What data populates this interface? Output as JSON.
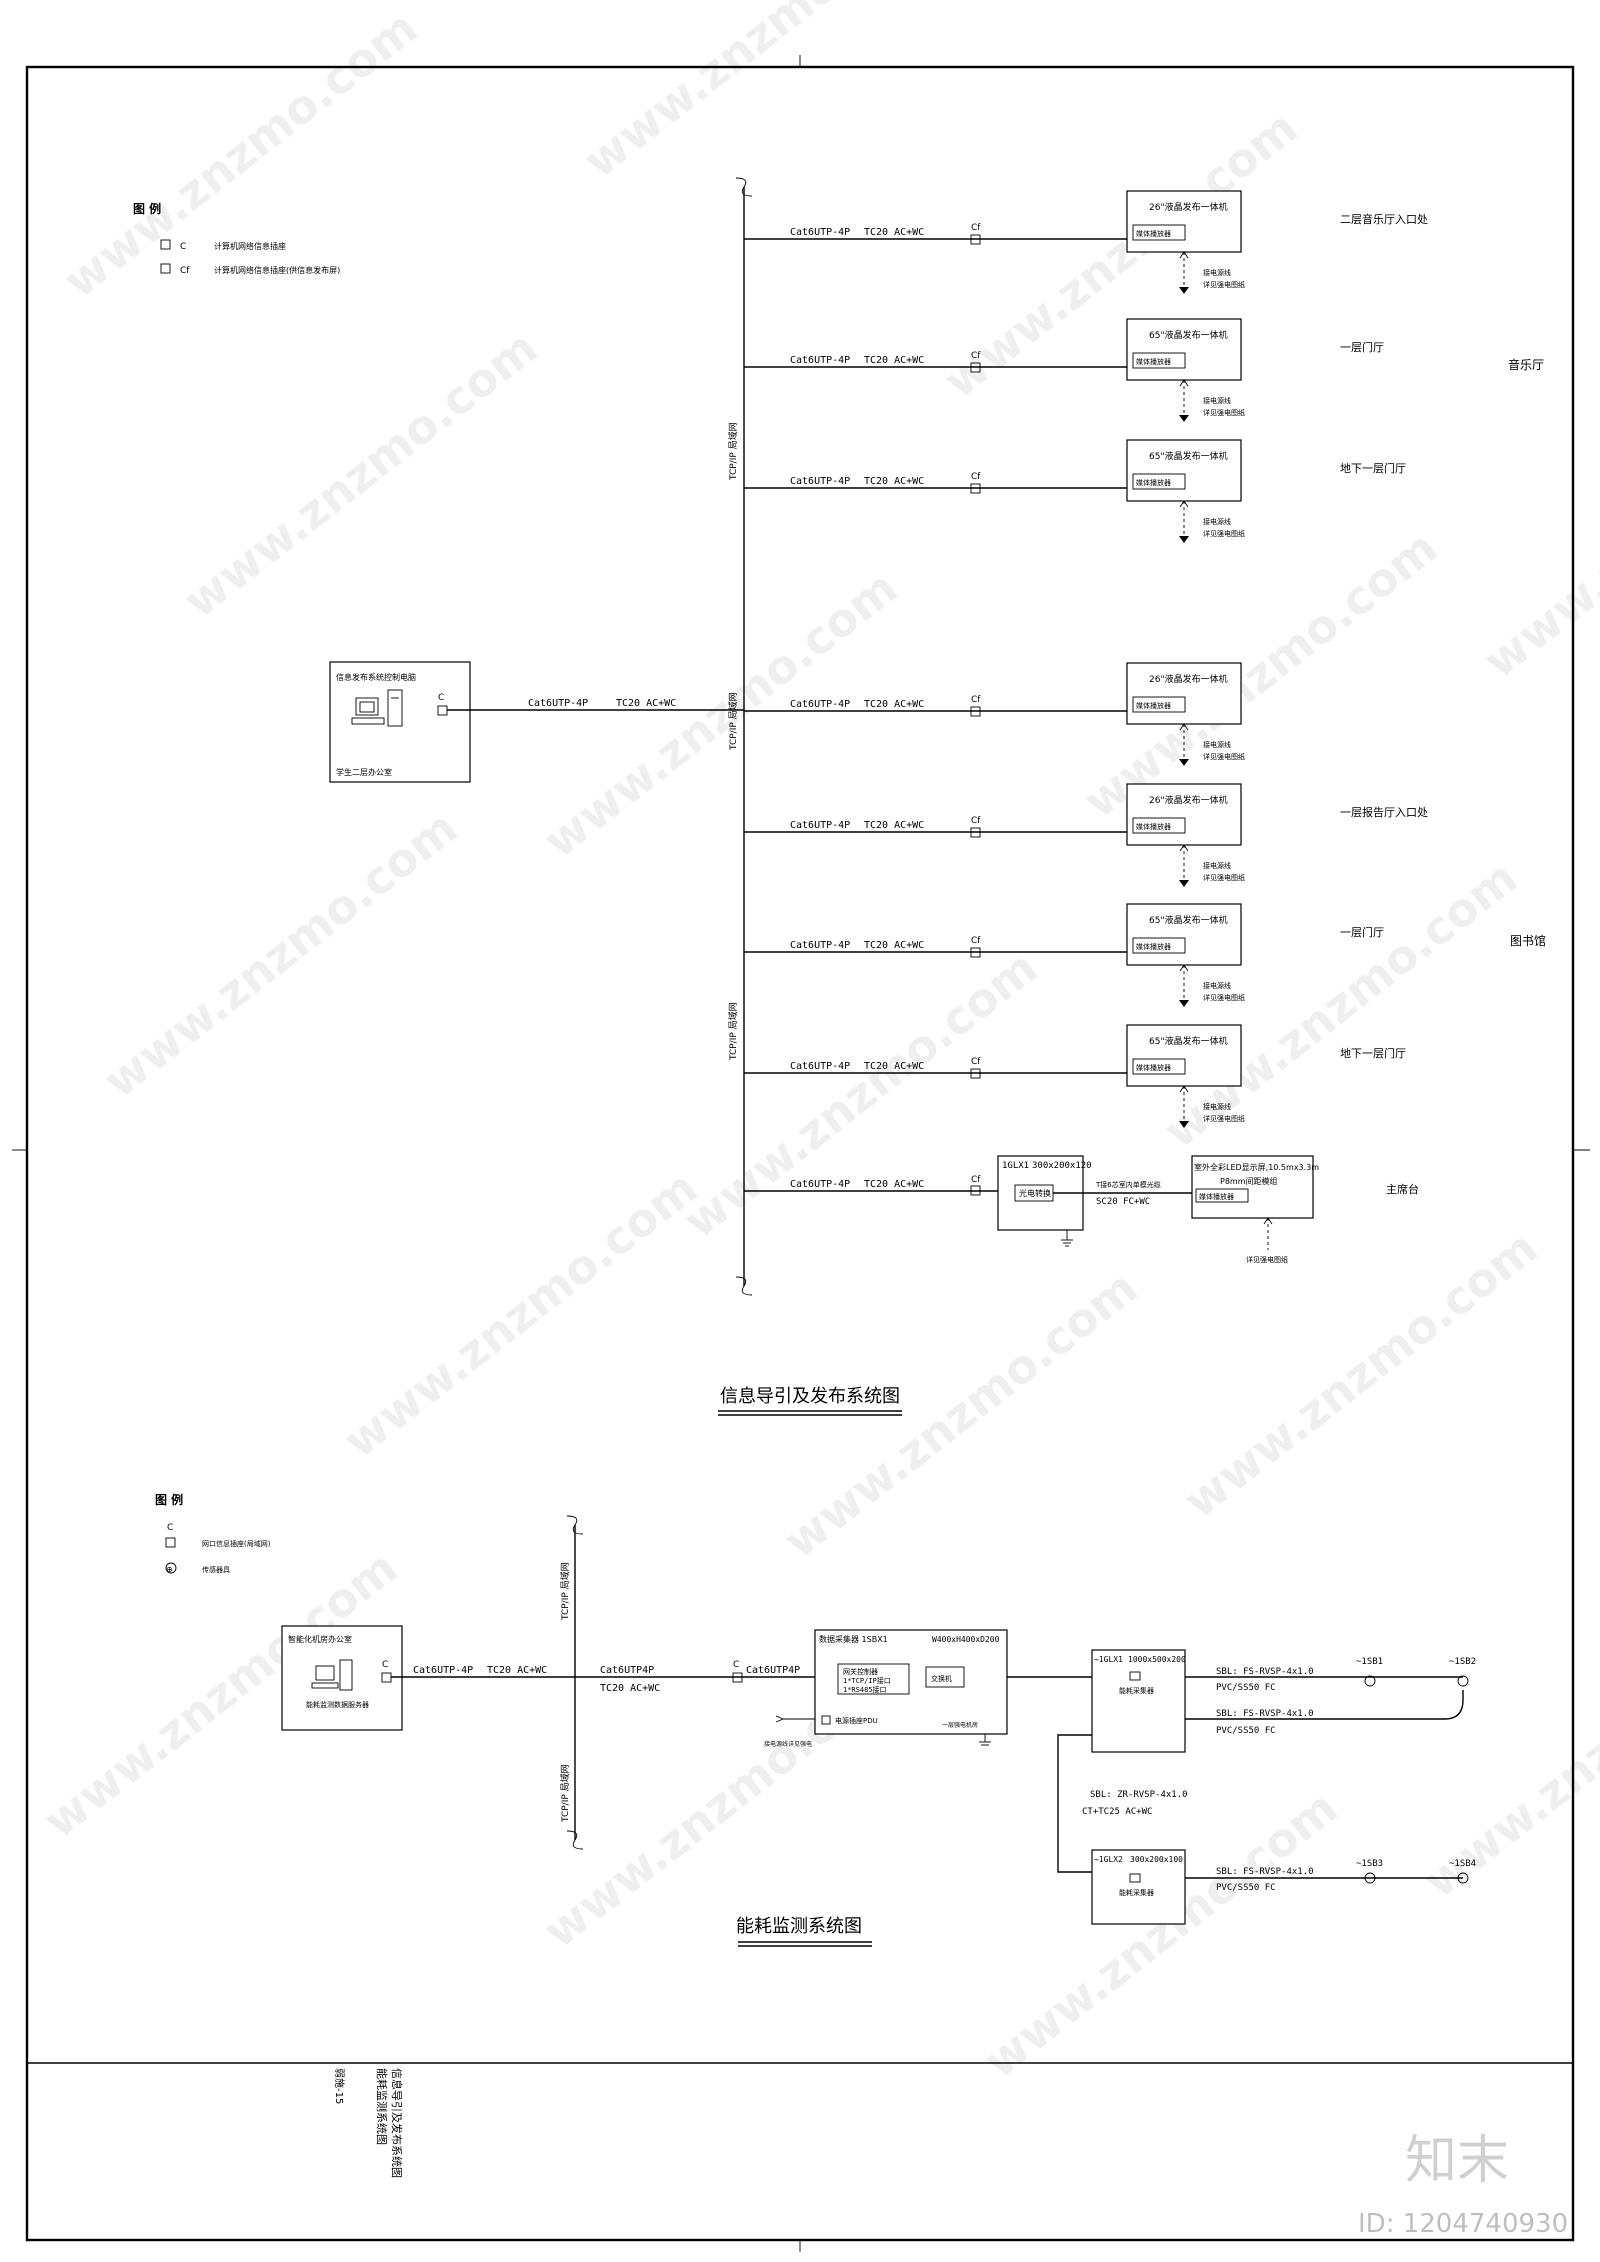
{
  "legend_top": {
    "title": "图 例",
    "items": [
      {
        "sym": "C",
        "desc": "计算机网络信息插座"
      },
      {
        "sym": "Cf",
        "desc": "计算机网络信息插座(供信息发布屏)"
      }
    ]
  },
  "control_box": {
    "title": "信息发布系统控制电脑",
    "location": "学生二层办公室",
    "outlet": "C",
    "cable": "Cat6UTP-4P",
    "conduit": "TC20 AC+WC"
  },
  "trunk_labels": [
    "TCP/IP 局域网",
    "TCP/IP 局域网",
    "TCP/IP 局域网"
  ],
  "branches": [
    {
      "cable": "Cat6UTP-4P",
      "conduit": "TC20 AC+WC",
      "outlet": "Cf",
      "screen": "26\"液晶发布一体机",
      "sub": "媒体播放器",
      "note1": "接电源线",
      "note2": "详见强电图纸",
      "location": "二层音乐厅入口处"
    },
    {
      "cable": "Cat6UTP-4P",
      "conduit": "TC20 AC+WC",
      "outlet": "Cf",
      "screen": "65\"液晶发布一体机",
      "sub": "媒体播放器",
      "note1": "接电源线",
      "note2": "详见强电图纸",
      "location": "一层门厅"
    },
    {
      "cable": "Cat6UTP-4P",
      "conduit": "TC20 AC+WC",
      "outlet": "Cf",
      "screen": "65\"液晶发布一体机",
      "sub": "媒体播放器",
      "note1": "接电源线",
      "note2": "详见强电图纸",
      "location": "地下一层门厅"
    },
    {
      "cable": "Cat6UTP-4P",
      "conduit": "TC20 AC+WC",
      "outlet": "Cf",
      "screen": "26\"液晶发布一体机",
      "sub": "媒体播放器",
      "note1": "接电源线",
      "note2": "详见强电图纸",
      "location": ""
    },
    {
      "cable": "Cat6UTP-4P",
      "conduit": "TC20 AC+WC",
      "outlet": "Cf",
      "screen": "26\"液晶发布一体机",
      "sub": "媒体播放器",
      "note1": "接电源线",
      "note2": "详见强电图纸",
      "location": "一层报告厅入口处"
    },
    {
      "cable": "Cat6UTP-4P",
      "conduit": "TC20 AC+WC",
      "outlet": "Cf",
      "screen": "65\"液晶发布一体机",
      "sub": "媒体播放器",
      "note1": "接电源线",
      "note2": "详见强电图纸",
      "location": "一层门厅"
    },
    {
      "cable": "Cat6UTP-4P",
      "conduit": "TC20 AC+WC",
      "outlet": "Cf",
      "screen": "65\"液晶发布一体机",
      "sub": "媒体播放器",
      "note1": "接电源线",
      "note2": "详见强电图纸",
      "location": "地下一层门厅"
    }
  ],
  "led_branch": {
    "cable": "Cat6UTP-4P",
    "conduit": "TC20 AC+WC",
    "outlet": "Cf",
    "panel": "1GLX1",
    "panel_size": "300x200x120",
    "converter": "光电转换",
    "fiber": "T接6芯室内单模光缆",
    "fiber_conduit": "SC20 FC+WC",
    "led_title": "室外全彩LED显示屏,10.5mx3.3m",
    "led_pitch": "P8mm间距模组",
    "led_sub": "媒体播放器",
    "led_note": "详见强电图纸",
    "location": "主席台"
  },
  "groups": [
    "音乐厅",
    "图书馆"
  ],
  "title1": "信息导引及发布系统图",
  "legend_bottom": {
    "title": "图 例",
    "items": [
      {
        "sym": "C",
        "desc": "网口信息插座(局域网)"
      },
      {
        "sym": "⊕",
        "desc": "传感器具"
      }
    ]
  },
  "energy": {
    "office_title": "智能化机房办公室",
    "office_sub": "能耗监测数据服务器",
    "outlet": "C",
    "cable1": "Cat6UTP-4P",
    "conduit1": "TC20 AC+WC",
    "cable2": "Cat6UTP4P",
    "conduit2": "TC20 AC+WC",
    "outlet2": "C",
    "cable3": "Cat6UTP4P",
    "trunk_labels": [
      "TCP/IP 局域网",
      "TCP/IP 局域网"
    ],
    "collector_title": "数据采集器 1SBX1",
    "collector_size": "W400xH400xD200",
    "gateway1": "网关控制器",
    "gateway2": "1*TCP/IP接口",
    "gateway3": "1*RS485接口",
    "switch": "交换机",
    "pdu": "电源插座PDU",
    "power_note": "接电源线详见强电",
    "ground_note": "一层强电机房",
    "box1": "~1GLX1",
    "box1_size": "1000x500x200",
    "box1_sub": "能耗采集器",
    "box2": "~1GLX2",
    "box2_size": "300x200x100",
    "box2_sub": "能耗采集器",
    "sbl1": "SBL: FS-RVSP-4x1.0",
    "pvc1": "PVC/SS50 FC",
    "sbl2": "SBL: FS-RVSP-4x1.0",
    "pvc2": "PVC/SS50 FC",
    "sbl_mid": "SBL: ZR-RVSP-4x1.0",
    "ct_mid": "CT+TC25 AC+WC",
    "sbl3": "SBL: FS-RVSP-4x1.0",
    "pvc3": "PVC/SS50 FC",
    "sensors": [
      "~1SB1",
      "~1SB2",
      "~1SB3",
      "~1SB4"
    ]
  },
  "title2": "能耗监测系统图",
  "title_block": {
    "line1": "信息导引及发布系统图",
    "line2": "能耗监测系统图",
    "sheet": "弱施-15"
  },
  "watermark": "www.znzmo.com",
  "brand": "知末",
  "id_text": "ID: 1204740930"
}
